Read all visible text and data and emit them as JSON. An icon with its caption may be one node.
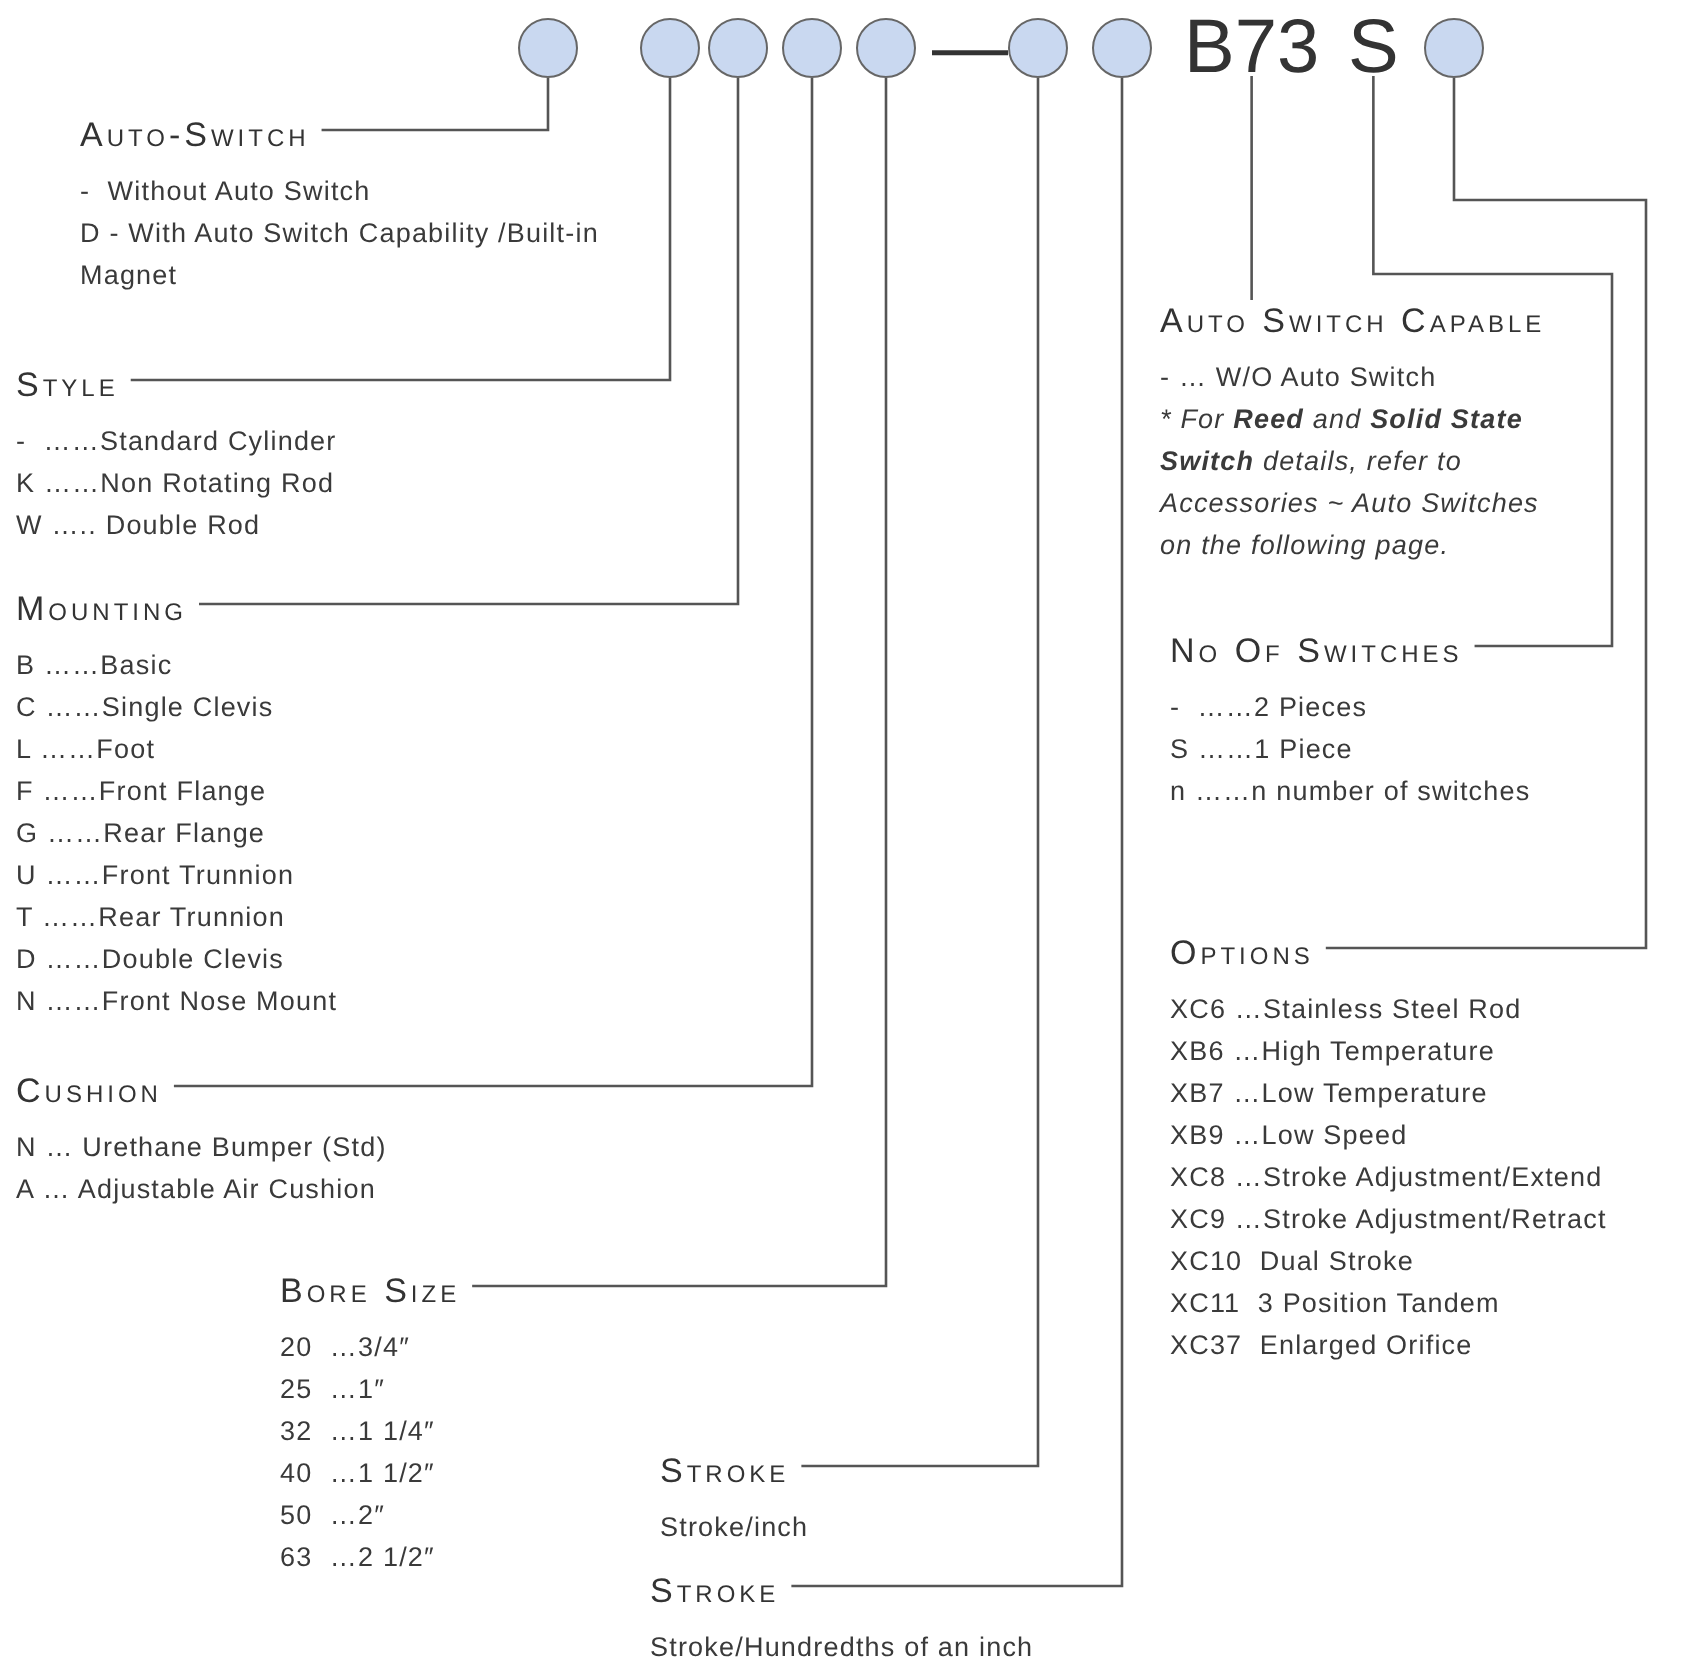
{
  "diagram": {
    "nodes": [
      {
        "text": [],
        "shape": "circle"
      },
      {
        "text": [],
        "shape": "circle"
      },
      {
        "text": [],
        "shape": "circle"
      },
      {
        "text": [],
        "shape": "circle"
      },
      {
        "text": [],
        "shape": "circle"
      },
      {
        "text": [],
        "shape": "circle"
      },
      {
        "text": [],
        "shape": "circle"
      },
      {
        "text": [
          "B73"
        ]
      },
      {
        "text": [
          "S"
        ]
      },
      {
        "text": [],
        "shape": "circle"
      },
      {
        "text": [
          "Auto-Switch",
          "-  Without Auto Switch",
          "D - With Auto Switch Capability /Built-in Magnet"
        ]
      },
      {
        "text": [
          "Style",
          "-  ……Standard Cylinder",
          "K ……Non Rotating Rod",
          "W ….. Double Rod"
        ]
      },
      {
        "text": [
          "Mounting",
          "B ……Basic",
          "C ……Single Clevis",
          "L ……Foot",
          "F ……Front Flange",
          "G ……Rear Flange",
          "U ……Front Trunnion",
          "T ……Rear Trunnion",
          "D ……Double Clevis",
          "N ……Front Nose Mount"
        ]
      },
      {
        "text": [
          "Cushion",
          "N … Urethane Bumper (Std)",
          "A … Adjustable Air Cushion"
        ]
      },
      {
        "text": [
          "Bore Size",
          "20  …3/4″",
          "25  …1″",
          "32  …1 1/4″",
          "40  …1 1/2″",
          "50  …2″",
          "63  …2 1/2″"
        ]
      },
      {
        "text": [
          "Stroke",
          "Stroke/inch"
        ]
      },
      {
        "text": [
          "Stroke",
          "Stroke/Hundredths of an inch"
        ]
      },
      {
        "text": [
          "Auto Switch Capable",
          "- … W/O Auto Switch",
          "* For **Reed** and **Solid State Switch** details, refer to Accessories ~ Auto Switches on the following page."
        ]
      },
      {
        "text": [
          "No Of Switches",
          "-  ……2 Pieces",
          "S ……1 Piece",
          "n ……n number of switches"
        ]
      },
      {
        "text": [
          "Options",
          "XC6 …Stainless Steel Rod",
          "XB6 …High Temperature",
          "XB7 …Low Temperature",
          "XB9 …Low Speed",
          "XC8 …Stroke Adjustment/Extend",
          "XC9 …Stroke Adjustment/Retract",
          "XC10  Dual Stroke",
          "XC11  3 Position Tandem",
          "XC37  Enlarged Orifice"
        ]
      }
    ],
    "edges": [
      {
        "from": 0,
        "to": 10,
        "arrow": "none"
      },
      {
        "from": 1,
        "to": 11,
        "arrow": "none"
      },
      {
        "from": 2,
        "to": 12,
        "arrow": "none"
      },
      {
        "from": 3,
        "to": 13,
        "arrow": "none"
      },
      {
        "from": 4,
        "to": 14,
        "arrow": "none"
      },
      {
        "from": 5,
        "to": 15,
        "arrow": "none"
      },
      {
        "from": 6,
        "to": 16,
        "arrow": "none"
      },
      {
        "from": 7,
        "to": 17,
        "arrow": "none"
      },
      {
        "from": 8,
        "to": 18,
        "arrow": "none"
      },
      {
        "from": 9,
        "to": 19,
        "arrow": "none"
      }
    ],
    "labels": [
      "—"
    ]
  }
}
